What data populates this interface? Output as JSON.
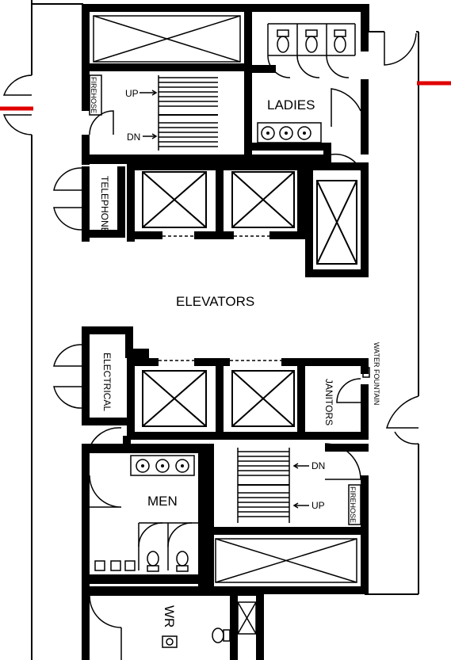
{
  "labels": {
    "ladies": "LADIES",
    "elevators": "ELEVATORS",
    "men": "MEN",
    "wr": "WR",
    "telephone": "TELEPHONE",
    "electrical": "ELECTRICAL",
    "janitors": "JANITORS",
    "water_fountain": "WATER FOUNTAIN",
    "firehose_top": "FIREHOSE",
    "firehose_bottom": "FIREHOSE",
    "stair_top_up": "UP",
    "stair_top_dn": "DN",
    "stair_bottom_dn": "DN",
    "stair_bottom_up": "UP"
  },
  "colors": {
    "wall": "#000000",
    "exit_marker": "#e00000"
  }
}
